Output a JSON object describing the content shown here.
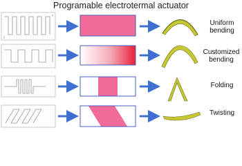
{
  "title": "Programable electrotermal actuator",
  "colors": {
    "arrow": "#3f6fcf",
    "box_border": "#4a5dbf",
    "pink": "#f06a9a",
    "red": "#e8203a",
    "actuator_green": "#c6c832",
    "actuator_shadow": "#6b6a1e"
  },
  "rows": [
    {
      "pattern": "uniform-serpentine",
      "heating": "uniform",
      "label": "Uniform bending"
    },
    {
      "pattern": "square-wave-serpentine",
      "heating": "gradient",
      "label": "Customized bending"
    },
    {
      "pattern": "localized-serpentine",
      "heating": "middle-band",
      "label": "Folding"
    },
    {
      "pattern": "diagonal-serpentine",
      "heating": "diagonal-band",
      "label": "Twisting"
    }
  ]
}
